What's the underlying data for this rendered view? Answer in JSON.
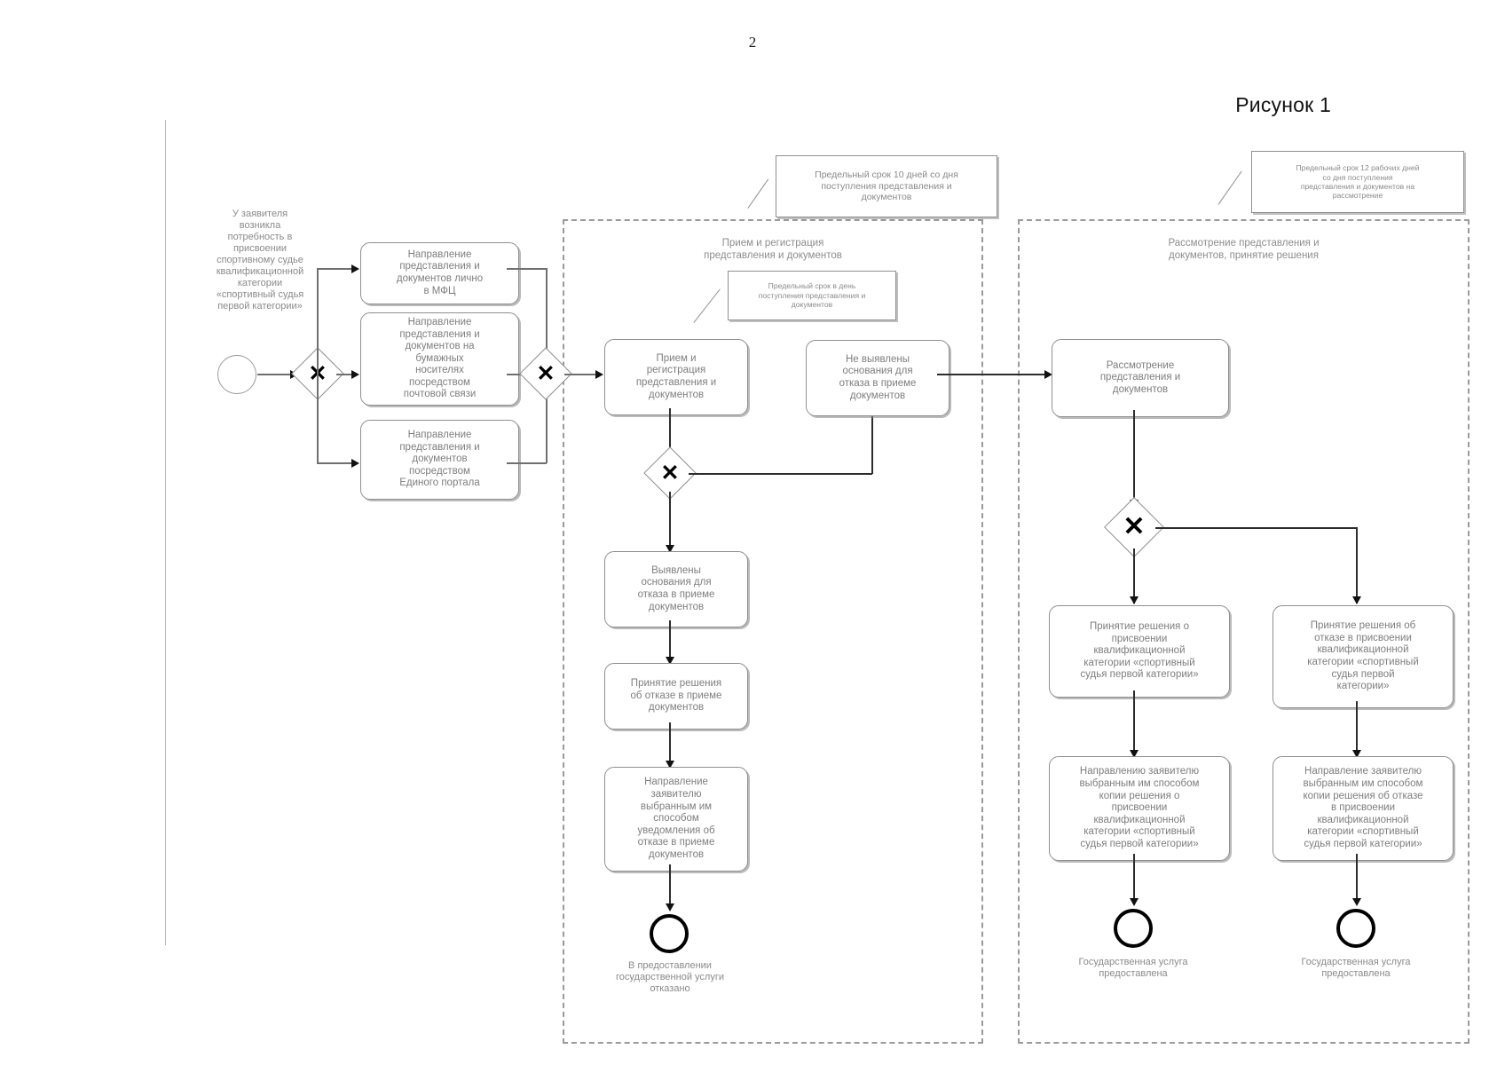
{
  "page": {
    "number": "2",
    "figure_title": "Рисунок 1"
  },
  "pools": [
    {
      "id": "pool-intake",
      "title": "Прием и регистрация\nпредставления и документов"
    },
    {
      "id": "pool-review",
      "title": "Рассмотрение представления и\nдокументов, принятие решения"
    }
  ],
  "notes": [
    {
      "id": "note-10-days",
      "text": "Предельный срок 10 дней со дня\nпоступления представления и\nдокументов"
    },
    {
      "id": "note-same-day",
      "text": "Предельный срок в день\nпоступления представления и\nдокументов"
    },
    {
      "id": "note-12-days",
      "text": "Предельный срок 12 рабочих дней\nсо дня поступления\nпредставления и документов на\nрассмотрение"
    }
  ],
  "start": {
    "label": "У заявителя\nвозникла\nпотребность в\nприсвоении\nспортивному судье\nквалификационной\nкатегории\n«спортивный судья\nпервой категории»"
  },
  "tasks": {
    "submit_mfc": "Направление\nпредставления и\nдокументов лично\nв МФЦ",
    "submit_post": "Направление\nпредставления и\nдокументов на\nбумажных\nносителях\nпосредством\nпочтовой связи",
    "submit_portal": "Направление\nпредставления и\nдокументов\nпосредством\nЕдиного портала",
    "intake_register": "Прием и\nрегистрация\nпредставления и\nдокументов",
    "no_grounds": "Не выявлены\nоснования для\nотказа в приеме\nдокументов",
    "grounds_found": "Выявлены\nоснования для\nотказа в приеме\nдокументов",
    "decision_refuse_intake": "Принятие решения\nоб отказе в приеме\nдокументов",
    "notify_refuse_intake": "Направление\nзаявителю\nвыбранным им\nспособом\nуведомления об\nотказе в приеме\nдокументов",
    "review_docs": "Рассмотрение\nпредставления и\nдокументов",
    "decision_grant": "Принятие решения о\nприсвоении\nквалификационной\nкатегории «спортивный\nсудья первой категории»",
    "decision_deny": "Принятие решения об\nотказе в присвоении\nквалификационной\nкатегории «спортивный\nсудья первой\nкатегории»",
    "send_grant_copy": "Направлению заявителю\nвыбранным им способом\nкопии решения о\nприсвоении\nквалификационной\nкатегории «спортивный\nсудья первой категории»",
    "send_deny_copy": "Направление заявителю\nвыбранным им способом\nкопии решения об отказе\nв  присвоении\nквалификационной\nкатегории «спортивный\nсудья первой категории»"
  },
  "gateways": {
    "split_channels": "✕",
    "merge_channels": "✕",
    "intake_decision": "✕",
    "review_decision": "✕"
  },
  "end_events": [
    {
      "id": "end-refused-intake",
      "label": "В предоставлении\nгосударственной услуги\nотказано"
    },
    {
      "id": "end-service-granted",
      "label": "Государственная услуга\nпредоставлена"
    },
    {
      "id": "end-service-denied",
      "label": "Государственная услуга\nпредоставлена"
    }
  ],
  "colors": {
    "shape_stroke": "#8f8f8f",
    "text": "#7e7e7e",
    "pool_stroke": "#9a9a9a",
    "connector": "#6f6f6f",
    "event_end": "#000000"
  }
}
